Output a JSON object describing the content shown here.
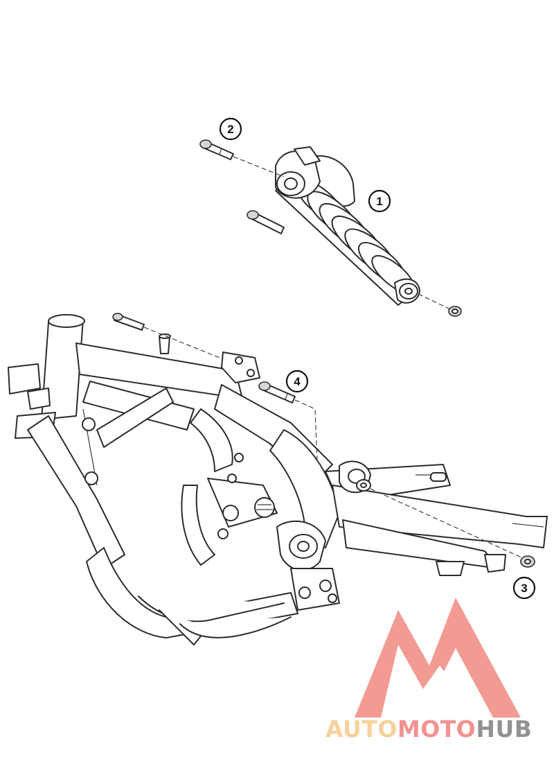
{
  "callouts": [
    {
      "label": "1",
      "part": "shock-absorber"
    },
    {
      "label": "2",
      "part": "upper-mount-bolt"
    },
    {
      "label": "3",
      "part": "lower-mount-nut"
    },
    {
      "label": "4",
      "part": "lower-mount-bolt"
    }
  ],
  "watermark": {
    "brand": "AUTOMOTOHUB",
    "part1": "AUTO",
    "part2": "MOTO",
    "part3": "HUB",
    "colors": {
      "auto": "#f5c98a",
      "moto": "#f08080",
      "hub": "#808080",
      "logo": "#f08a80"
    }
  }
}
